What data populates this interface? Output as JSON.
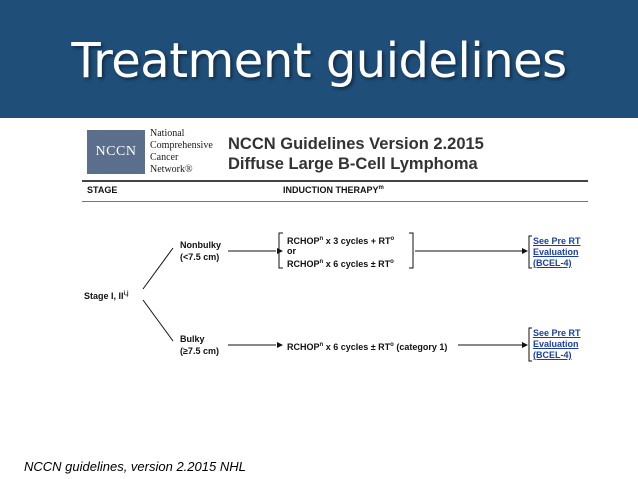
{
  "slide": {
    "title": "Treatment guidelines",
    "caption": "NCCN guidelines, version 2.2015 NHL",
    "colors": {
      "header_bg": "#1f4e79",
      "link": "#1a3fa3"
    }
  },
  "figure": {
    "logo_text": "NCCN",
    "org_lines": [
      "National",
      "Comprehensive",
      "Cancer",
      "Network®"
    ],
    "title_line1": "NCCN Guidelines Version 2.2015",
    "title_line2": "Diffuse Large B-Cell Lymphoma",
    "col_stage": "STAGE",
    "col_induction": "INDUCTION THERAPY",
    "col_induction_sup": "m",
    "stage_label": "Stage I, II",
    "stage_sup": "i,j",
    "branch1": {
      "label": "Nonbulky",
      "size": "(<7.5 cm)"
    },
    "branch2": {
      "label": "Bulky",
      "size": "(≥7.5 cm)"
    },
    "therapy1": {
      "opt1_a": "RCHOP",
      "opt1_sup": "n",
      "opt1_b": " x 3 cycles + RT",
      "opt1_sup2": "o",
      "or": "or",
      "opt2_a": "RCHOP",
      "opt2_sup": "n",
      "opt2_b": " x 6 cycles ± RT",
      "opt2_sup2": "o"
    },
    "therapy2": {
      "a": "RCHOP",
      "sup": "n",
      "b": " x 6 cycles ± RT",
      "sup2": "o",
      "c": " (category 1)"
    },
    "link1": [
      "See Pre RT",
      "Evaluation",
      "(BCEL-4)"
    ],
    "link2": [
      "See Pre RT",
      "Evaluation",
      "(BCEL-4)"
    ]
  }
}
